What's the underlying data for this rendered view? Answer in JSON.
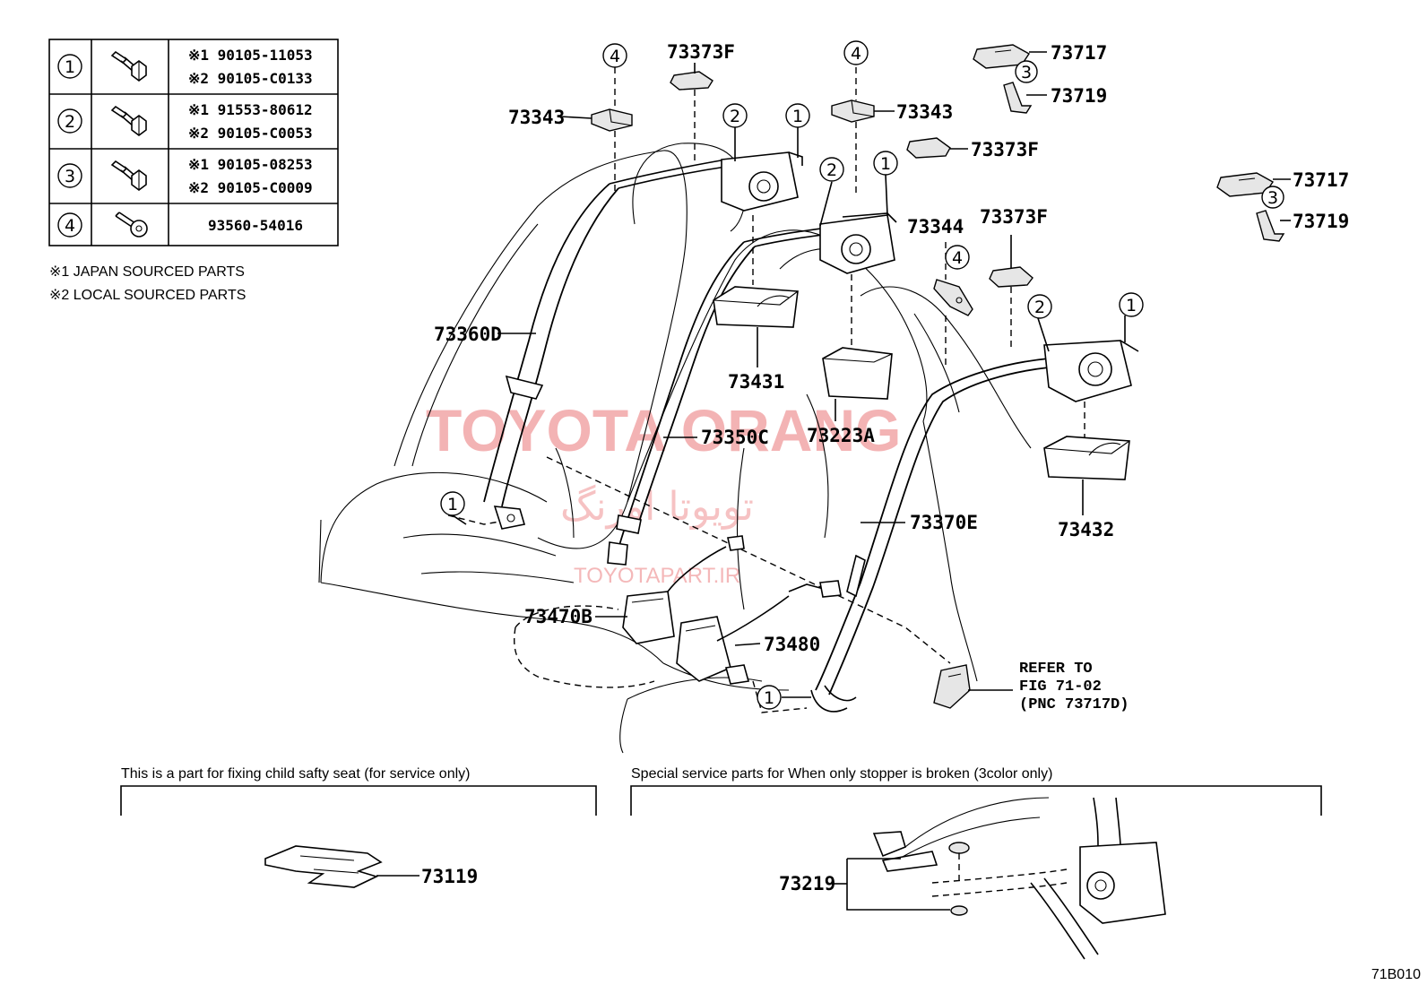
{
  "legend": {
    "rows": [
      {
        "num": "1",
        "screw_icon": "bolt-icon",
        "lines": [
          "※1  90105-11053",
          "※2  90105-C0133"
        ]
      },
      {
        "num": "2",
        "screw_icon": "bolt-icon",
        "lines": [
          "※1  91553-80612",
          "※2  90105-C0053"
        ]
      },
      {
        "num": "3",
        "screw_icon": "bolt-icon",
        "lines": [
          "※1  90105-08253",
          "※2  90105-C0009"
        ]
      },
      {
        "num": "4",
        "screw_icon": "clip-icon",
        "lines": [
          "93560-54016"
        ]
      }
    ],
    "notes": [
      "※1  JAPAN SOURCED PARTS",
      "※2  LOCAL SOURCED PARTS"
    ]
  },
  "parts": {
    "p73343_left": "73343",
    "p73373F_top": "73373F",
    "p73343_right": "73343",
    "p73717_top": "73717",
    "p73719_top": "73719",
    "p73373F_mid": "73373F",
    "p73717_right": "73717",
    "p73719_right": "73719",
    "p73344": "73344",
    "p73373F_low": "73373F",
    "p73360D": "73360D",
    "p73431": "73431",
    "p73223A": "73223A",
    "p73350C": "73350C",
    "p73370E": "73370E",
    "p73432": "73432",
    "p73470B": "73470B",
    "p73480": "73480"
  },
  "refer": {
    "line1": "REFER TO",
    "line2": "FIG 71-02",
    "line3": "(PNC 73717D)"
  },
  "callouts": {
    "c1": "1",
    "c2": "2",
    "c3": "3",
    "c4": "4"
  },
  "boxes": {
    "child_seat_caption": "This is a part for fixing child safty seat  (for service only)",
    "child_seat_part": "73119",
    "stopper_caption": "Special service parts for When only stopper is broken (3color only)",
    "stopper_part": "73219"
  },
  "watermark": {
    "main": "TOYOTA ORANG",
    "persian": "تویوتا اورنگ",
    "site": "TOYOTAPART.IR"
  },
  "figure_code": "71B010"
}
